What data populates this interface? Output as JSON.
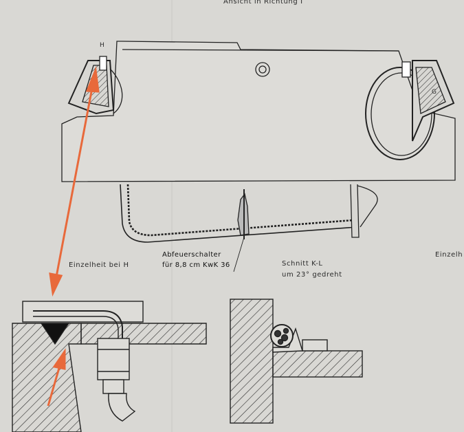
{
  "labels": {
    "view_title": "Ansicht in Richtung I",
    "marker_h": "H",
    "marker_g": "G",
    "firing_switch_line1": "Abfeuerschalter",
    "firing_switch_line2": "für 8,8 cm KwK 36",
    "detail_h": "Einzelheit bei H",
    "section_kl_line1": "Schnitt K-L",
    "section_kl_line2": "um 23° gedreht",
    "detail_cut": "Einzelh"
  },
  "colors": {
    "paper": "#d9d8d4",
    "ink": "#222222",
    "arrow": "#e8693b"
  }
}
